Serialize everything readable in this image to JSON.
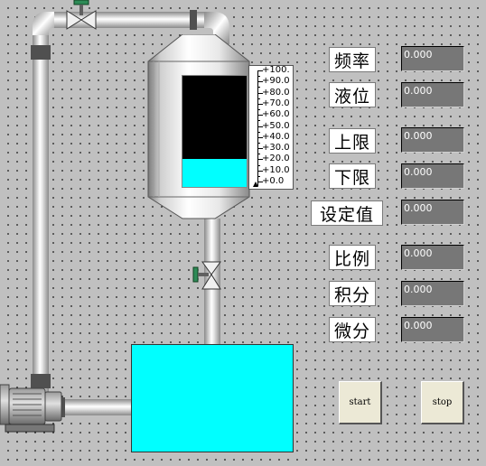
{
  "scale": {
    "ticks": [
      "+100.",
      "+90.0",
      "+80.0",
      "+70.0",
      "+60.0",
      "+50.0",
      "+40.0",
      "+30.0",
      "+20.0",
      "+10.0",
      "+0.0"
    ]
  },
  "tank_level": {
    "fill_fraction": 0.25
  },
  "params": {
    "frequency": {
      "label": "频率",
      "value": "0.000"
    },
    "level": {
      "label": "液位",
      "value": "0.000"
    },
    "upper_limit": {
      "label": "上限",
      "value": "0.000"
    },
    "lower_limit": {
      "label": "下限",
      "value": "0.000"
    },
    "setpoint": {
      "label": "设定值",
      "value": "0.000"
    },
    "proportional": {
      "label": "比例",
      "value": "0.000"
    },
    "integral": {
      "label": "积分",
      "value": "0.000"
    },
    "derivative": {
      "label": "微分",
      "value": "0.000"
    }
  },
  "buttons": {
    "start": "start",
    "stop": "stop"
  },
  "colors": {
    "water": "#00ffff",
    "tank_empty": "#000000",
    "valve_handle": "#2e8b57"
  }
}
